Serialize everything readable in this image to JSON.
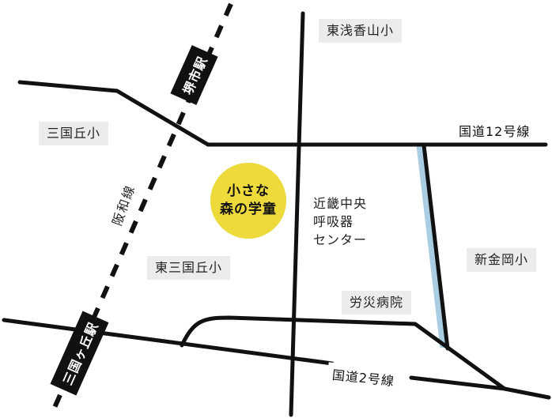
{
  "map": {
    "facility": {
      "name_line1": "小さな",
      "name_line2": "森の学童",
      "color": "#efda3c"
    },
    "stations": [
      {
        "id": "sakaishi",
        "name": "堺市駅"
      },
      {
        "id": "mikunigaoka",
        "name": "三国ヶ丘駅"
      }
    ],
    "railways": [
      {
        "id": "hanwa",
        "name": "阪和線"
      }
    ],
    "roads": [
      {
        "id": "route12",
        "name": "国道12号線"
      },
      {
        "id": "route2",
        "name": "国道2号線"
      }
    ],
    "places": [
      {
        "id": "higashiasakayama",
        "name": "東浅香山小"
      },
      {
        "id": "mikunigaoka-sho",
        "name": "三国丘小"
      },
      {
        "id": "higashimikunigaoka",
        "name": "東三国丘小"
      },
      {
        "id": "kinki",
        "name": "近畿中央\n呼吸器\nセンター"
      },
      {
        "id": "shinkanaoka",
        "name": "新金岡小"
      },
      {
        "id": "rosai",
        "name": "労災病院"
      }
    ],
    "colors": {
      "road": "#111111",
      "river": "#a9cde3",
      "label_bg": "#ececec",
      "station_bg": "#111111"
    }
  }
}
